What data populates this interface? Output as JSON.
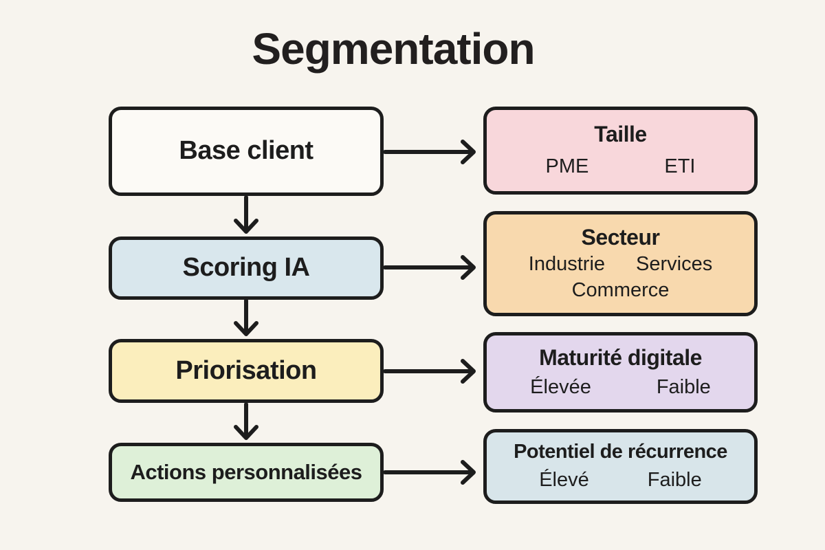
{
  "title": "Segmentation",
  "colors": {
    "background": "#f7f4ee",
    "border": "#1d1d1d",
    "text": "#1d1d1d",
    "step_base_client": "#fcfaf6",
    "step_scoring_ia": "#d9e7ed",
    "step_priorisation": "#fbeebd",
    "step_actions": "#def0d8",
    "crit_taille": "#f8d7db",
    "crit_secteur": "#f8d9ae",
    "crit_maturite": "#e3d7ed",
    "crit_potentiel": "#d8e5ea"
  },
  "flow": {
    "steps": [
      {
        "label": "Base client",
        "color": "#fcfaf6"
      },
      {
        "label": "Scoring IA",
        "color": "#d9e7ed"
      },
      {
        "label": "Priorisation",
        "color": "#fbeebd"
      },
      {
        "label": "Actions personnalisées",
        "color": "#def0d8"
      }
    ],
    "criteria": [
      {
        "title": "Taille",
        "items": [
          "PME",
          "ETI"
        ],
        "color": "#f8d7db"
      },
      {
        "title": "Secteur",
        "items": [
          "Industrie",
          "Services",
          "Commerce"
        ],
        "color": "#f8d9ae"
      },
      {
        "title": "Maturité digitale",
        "items": [
          "Élevée",
          "Faible"
        ],
        "color": "#e3d7ed"
      },
      {
        "title": "Potentiel de récurrence",
        "items": [
          "Élevé",
          "Faible"
        ],
        "color": "#d8e5ea"
      }
    ]
  }
}
